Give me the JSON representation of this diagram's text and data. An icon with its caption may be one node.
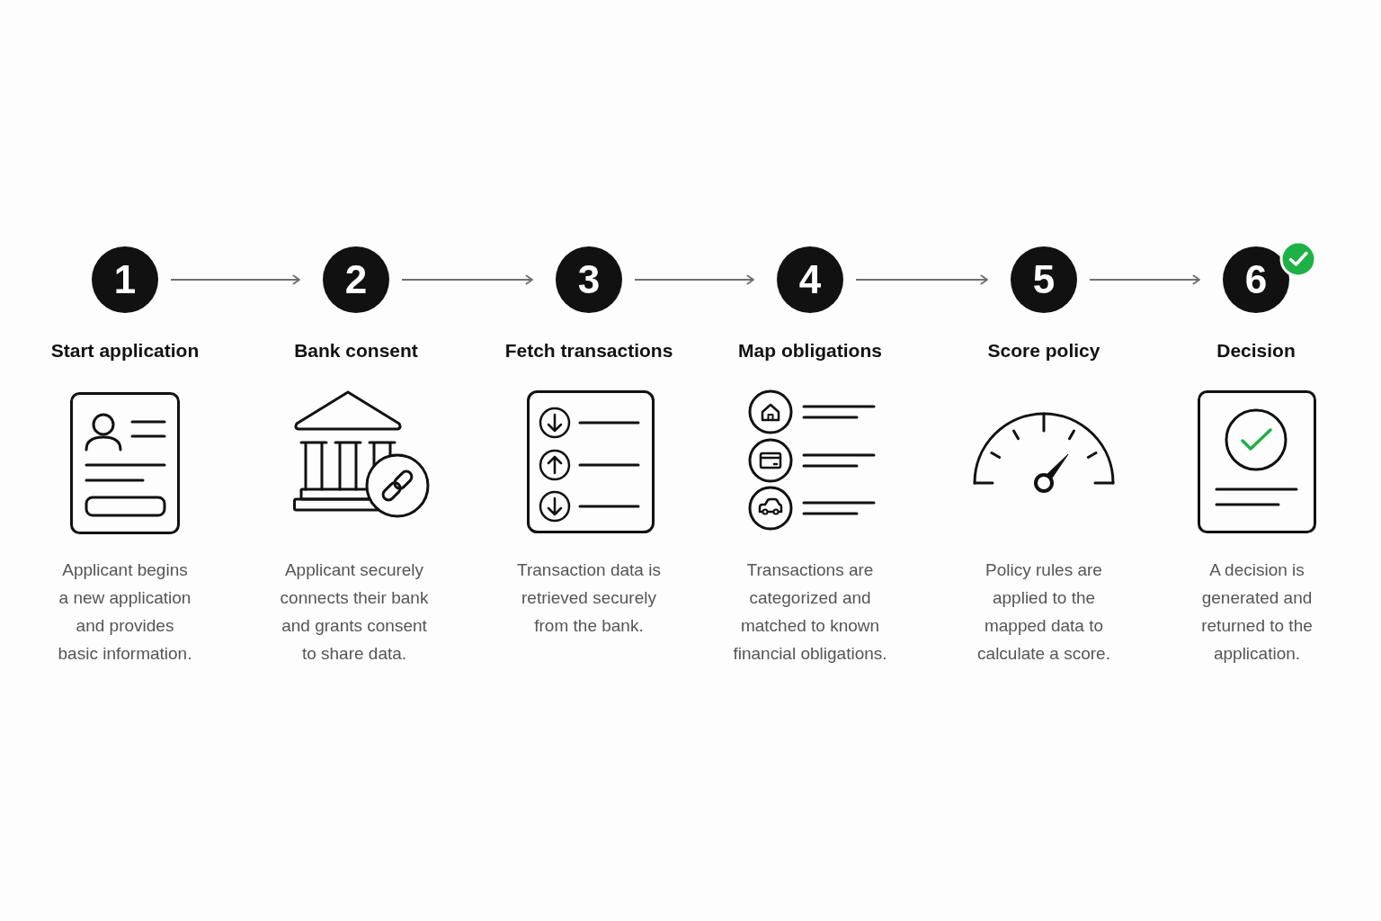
{
  "diagram": {
    "nodes": [
      {
        "text": [
          "1"
        ],
        "beside": [
          "Start application"
        ]
      },
      {
        "text": [
          "2"
        ],
        "beside": [
          "Bank consent"
        ]
      },
      {
        "text": [
          "3"
        ],
        "beside": [
          "Fetch transactions"
        ]
      },
      {
        "text": [
          "4"
        ],
        "beside": [
          "Map obligations"
        ]
      },
      {
        "text": [
          "5"
        ],
        "beside": [
          "Score policy"
        ]
      },
      {
        "text": [
          "6"
        ],
        "beside": [
          "Decision"
        ]
      }
    ],
    "edges": [
      {
        "from": 0,
        "to": 1,
        "arrow": "to"
      },
      {
        "from": 1,
        "to": 2,
        "arrow": "to"
      },
      {
        "from": 2,
        "to": 3,
        "arrow": "to"
      },
      {
        "from": 3,
        "to": 4,
        "arrow": "to"
      },
      {
        "from": 4,
        "to": 5,
        "arrow": "to"
      }
    ],
    "labels": [
      "Applicant begins a new application and provides basic information.",
      "Applicant securely connects their bank and grants consent to share data.",
      "Transaction data is retrieved securely from the bank.",
      "Transactions are categorized and matched to known financial obligations.",
      "Policy rules are applied to the mapped data to calculate a score.",
      "A decision is generated and returned to the application."
    ]
  }
}
